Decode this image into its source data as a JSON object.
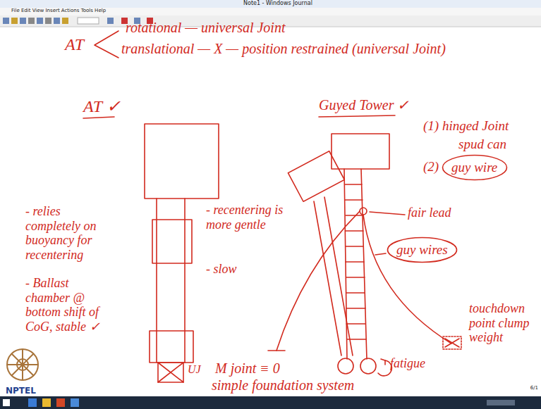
{
  "diagram": {
    "nodes": [
      {
        "text": [
          "guy wire"
        ]
      },
      {
        "text": [
          "guy wires"
        ]
      }
    ],
    "labels": [
      "Note1 - Windows Journal",
      "File  Edit  View  Insert  Actions  Tools  Help",
      "AT",
      "rotational — universal Joint",
      "translational — X — position restrained (universal Joint)",
      "AT ✓",
      "Guyed Tower ✓",
      "(1) hinged Joint",
      "spud can",
      "(2)",
      "fair lead",
      "- relies completely on buoyancy for recentering",
      "- Ballast chamber @ bottom shift of CoG, stable ✓",
      "- recentering is more gentle",
      "- slow",
      "touchdown point clump weight",
      "UJ",
      "M joint ≡ 0",
      "fatigue",
      "simple foundation system",
      "NPTEL",
      "6/1"
    ]
  }
}
